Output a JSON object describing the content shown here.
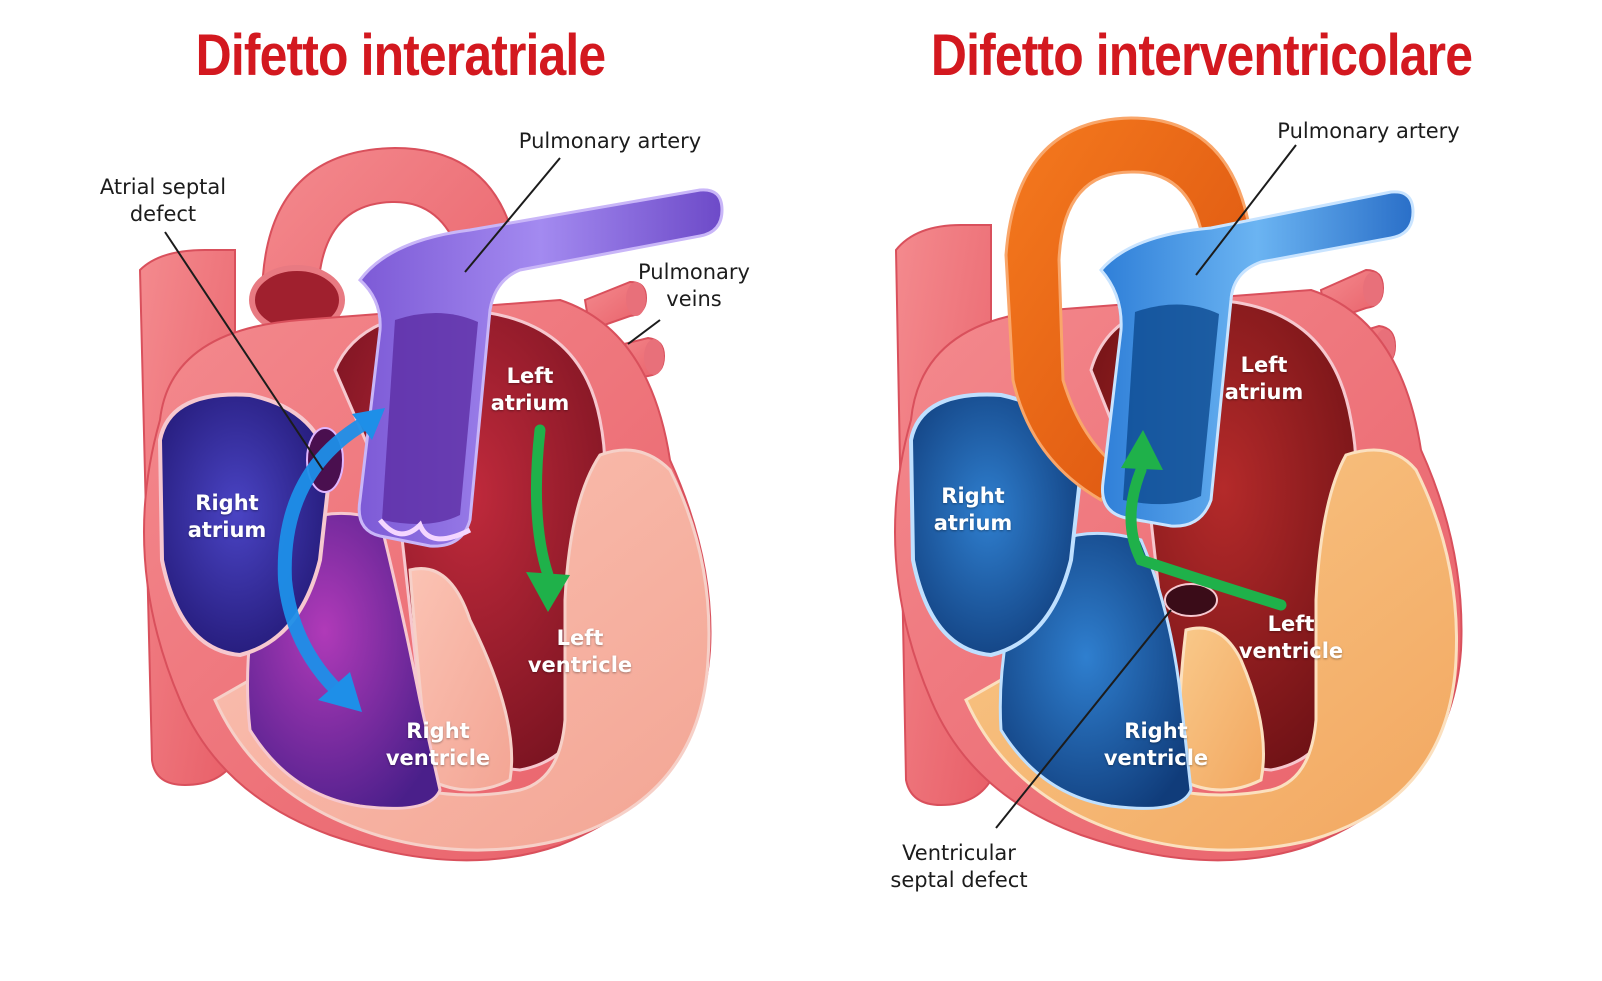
{
  "panels": [
    {
      "title": "Difetto interatriale",
      "colors": {
        "accent": "#d3181f",
        "right_side": "#3a2f9c",
        "left_side": "#9b1b2c",
        "vessel": "#8c6ae0",
        "shunt_arrow": "#1e8fe8",
        "flow_arrow": "#1fb14a"
      },
      "labels": {
        "defect": "Atrial septal\ndefect",
        "pulmonary_artery": "Pulmonary artery",
        "pulmonary_veins": "Pulmonary\nveins",
        "left_atrium": "Left\natrium",
        "right_atrium": "Right\natrium",
        "left_ventricle": "Left\nventricle",
        "right_ventricle": "Right\nventricle"
      }
    },
    {
      "title": "Difetto interventricolare",
      "colors": {
        "accent": "#d3181f",
        "right_side": "#1b5a9e",
        "left_side": "#8e1c23",
        "vessel": "#3d8fe0",
        "aorta": "#f06a16",
        "flow_arrow": "#1fb14a"
      },
      "labels": {
        "pulmonary_artery": "Pulmonary artery",
        "left_atrium": "Left\natrium",
        "right_atrium": "Right\natrium",
        "left_ventricle": "Left\nventricle",
        "right_ventricle": "Right\nventricle",
        "defect": "Ventricular\nseptal defect"
      }
    }
  ]
}
